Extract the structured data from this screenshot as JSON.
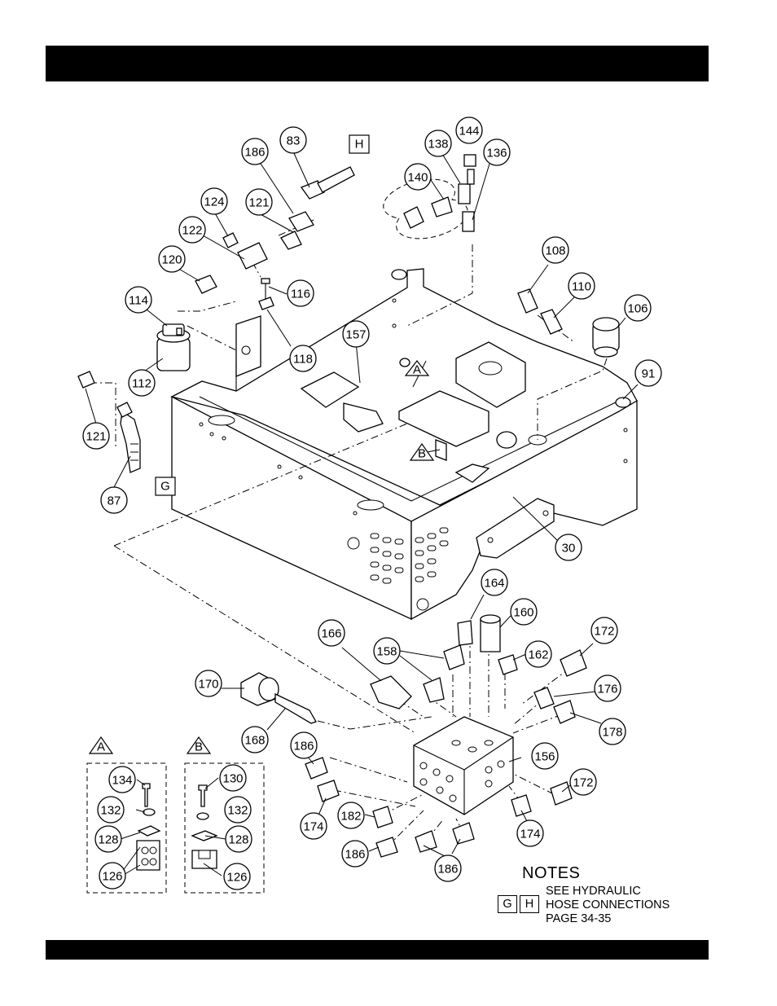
{
  "callouts": [
    "83",
    "186",
    "124",
    "121",
    "122",
    "120",
    "114",
    "112",
    "121",
    "87",
    "116",
    "118",
    "157",
    "140",
    "138",
    "144",
    "136",
    "108",
    "110",
    "106",
    "91",
    "30",
    "164",
    "160",
    "166",
    "158",
    "162",
    "172",
    "176",
    "178",
    "170",
    "168",
    "186",
    "156",
    "172",
    "174",
    "182",
    "174",
    "186",
    "186",
    "134",
    "132",
    "128",
    "126",
    "130",
    "132",
    "128",
    "126"
  ],
  "box_labels": [
    "H",
    "G"
  ],
  "triangle_labels": [
    "A",
    "B"
  ],
  "detail_a": {
    "label": "A"
  },
  "detail_b": {
    "label": "B"
  },
  "notes": {
    "title": "NOTES",
    "line1": "SEE HYDRAULIC",
    "line2": "HOSE CONNECTIONS",
    "line3": "PAGE 34-35",
    "box_g": "G",
    "box_h": "H"
  }
}
